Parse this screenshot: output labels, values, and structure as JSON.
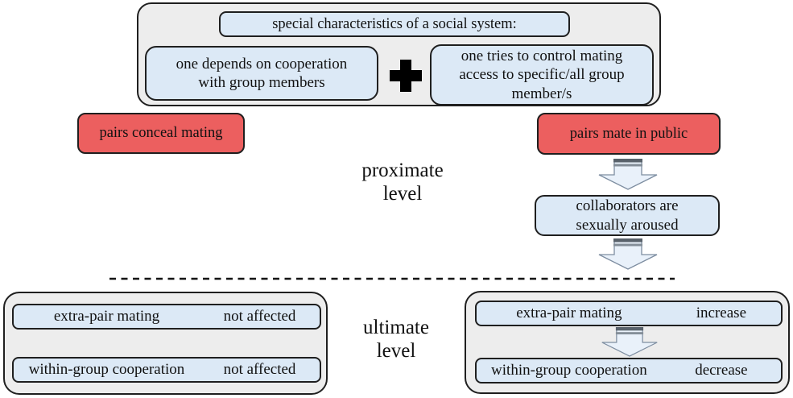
{
  "figure": {
    "top_panel": {
      "title": "special characteristics of a social system:",
      "left_condition_lines": [
        "one depends on cooperation",
        "with group members"
      ],
      "right_condition_lines": [
        "one tries to control mating",
        "access to specific/all group",
        "member/s"
      ]
    },
    "proximate_level": {
      "label_lines": [
        "proximate",
        "level"
      ],
      "conceal_box": "pairs conceal mating",
      "public_box": "pairs mate in public",
      "collaborators_lines": [
        "collaborators are",
        "sexually aroused"
      ]
    },
    "ultimate_level": {
      "label_lines": [
        "ultimate",
        "level"
      ],
      "concealed_outcomes": [
        {
          "label": "extra-pair mating",
          "value": "not affected"
        },
        {
          "label": "within-group cooperation",
          "value": "not affected"
        }
      ],
      "public_outcomes": [
        {
          "label": "extra-pair mating",
          "value": "increase"
        },
        {
          "label": "within-group cooperation",
          "value": "decrease"
        }
      ]
    },
    "icons": {
      "plus": "plus-icon",
      "down_arrow": "block-arrow-down-icon"
    },
    "colors": {
      "red_fill": "#ec5f5f",
      "blue_fill": "#dce9f6",
      "panel_fill": "#ededed",
      "arrow_fill": "#e9f1fa",
      "arrow_stroke": "#7e8ea1",
      "border": "#1f1f1f"
    }
  }
}
